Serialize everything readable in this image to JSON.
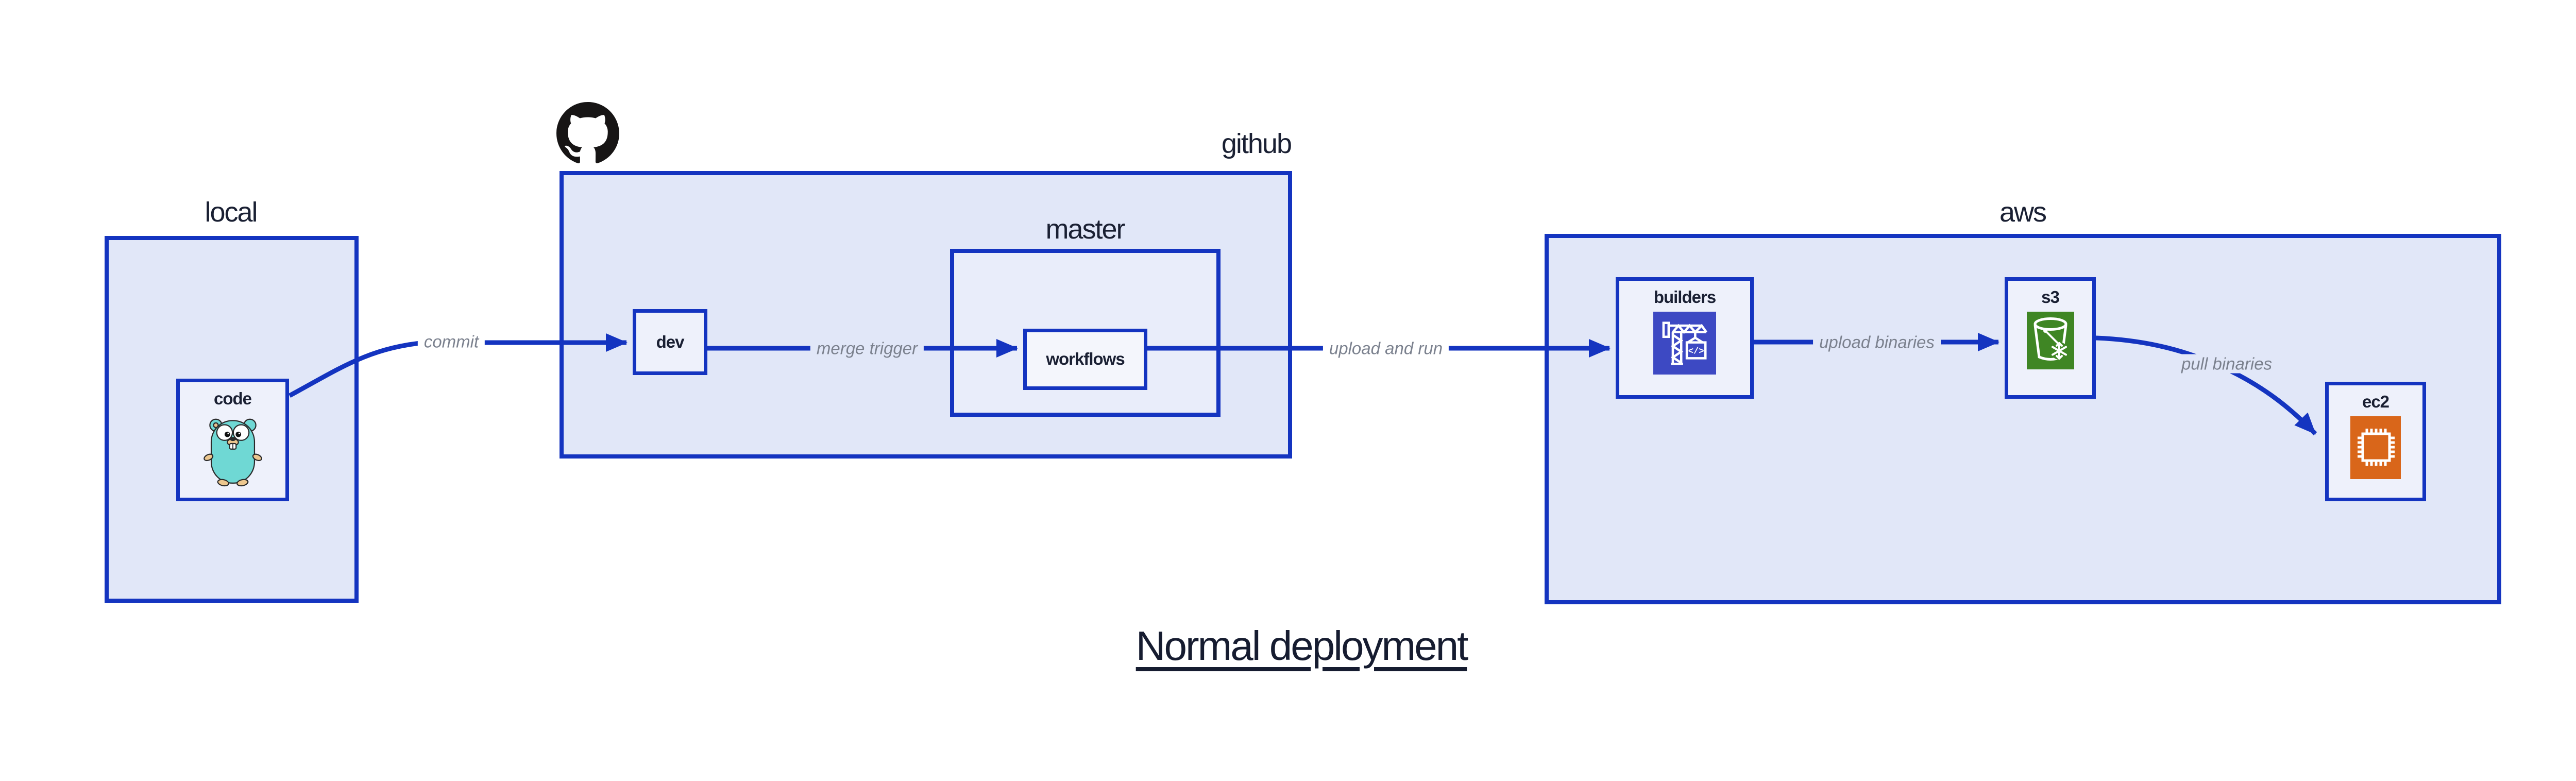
{
  "diagram": {
    "title": "Normal deployment",
    "groups": {
      "local": {
        "label": "local"
      },
      "github": {
        "label": "github",
        "logo_icon": "github-octocat-logo"
      },
      "master": {
        "label": "master"
      },
      "aws": {
        "label": "aws"
      }
    },
    "nodes": {
      "code": {
        "label": "code",
        "icon": "go-gopher-icon"
      },
      "dev": {
        "label": "dev"
      },
      "workflows": {
        "label": "workflows"
      },
      "builders": {
        "label": "builders",
        "icon": "codebuild-crane-icon",
        "icon_glyph": "</>"
      },
      "s3": {
        "label": "s3",
        "icon": "s3-glacier-bucket-icon"
      },
      "ec2": {
        "label": "ec2",
        "icon": "ec2-chip-icon"
      }
    },
    "edges": [
      {
        "id": "commit",
        "label": "commit",
        "from": "code",
        "to": "dev"
      },
      {
        "id": "merge-trigger",
        "label": "merge trigger",
        "from": "dev",
        "to": "workflows"
      },
      {
        "id": "upload-and-run",
        "label": "upload and run",
        "from": "workflows",
        "to": "builders"
      },
      {
        "id": "upload-binaries",
        "label": "upload binaries",
        "from": "builders",
        "to": "s3"
      },
      {
        "id": "pull-binaries",
        "label": "pull binaries",
        "from": "s3",
        "to": "ec2"
      }
    ],
    "colors": {
      "stroke_blue": "#1434c0",
      "group_fill": "#e1e7f8",
      "master_fill": "#e9edfa",
      "node_fill": "#eef1fb",
      "edge_label_gray": "#7b818e",
      "text_dark_navy": "#1a2033",
      "codebuild_indigo": "#3d49c3",
      "s3_glacier_green": "#3f8624",
      "ec2_orange": "#d9661a",
      "github_black": "#171515",
      "gopher_teal": "#6fd8d4",
      "background": "#ffffff"
    }
  }
}
